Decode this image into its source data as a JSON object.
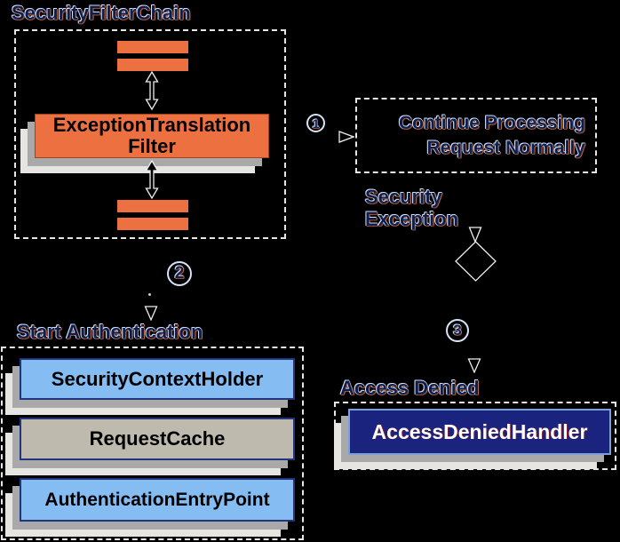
{
  "colors": {
    "background": "#000000",
    "orange": "#ED7040",
    "light_blue": "#85BDF2",
    "gray_tan": "#BFBAAE",
    "navy": "#1A237E",
    "box_border_navy": "#23357C",
    "handler_border_blue": "#7D9FD9",
    "shadow_gray": "#A9A9A9",
    "shadow_light": "#E7E5E1",
    "dashed_border": "#E6E6E6",
    "label_fill": "#101C49"
  },
  "icons": {
    "double_arrow": "vertical-double-headed-arrow",
    "flow_arrow_right": "right-open-triangle",
    "flow_arrow_down": "down-open-triangle",
    "decision_diamond": "decision-diamond"
  },
  "filter_chain": {
    "title": "SecurityFilterChain",
    "filter_line1": "ExceptionTranslation",
    "filter_line2": "Filter"
  },
  "step1": {
    "number": "1",
    "line1": "Continue Processing",
    "line2": "Request Normally"
  },
  "exception_label": {
    "line1": "Security",
    "line2": "Exception"
  },
  "step2": {
    "number": "2",
    "title": "Start Authentication",
    "items": [
      "SecurityContextHolder",
      "RequestCache",
      "AuthenticationEntryPoint"
    ]
  },
  "step3": {
    "number": "3",
    "title": "Access Denied",
    "handler": "AccessDeniedHandler"
  }
}
